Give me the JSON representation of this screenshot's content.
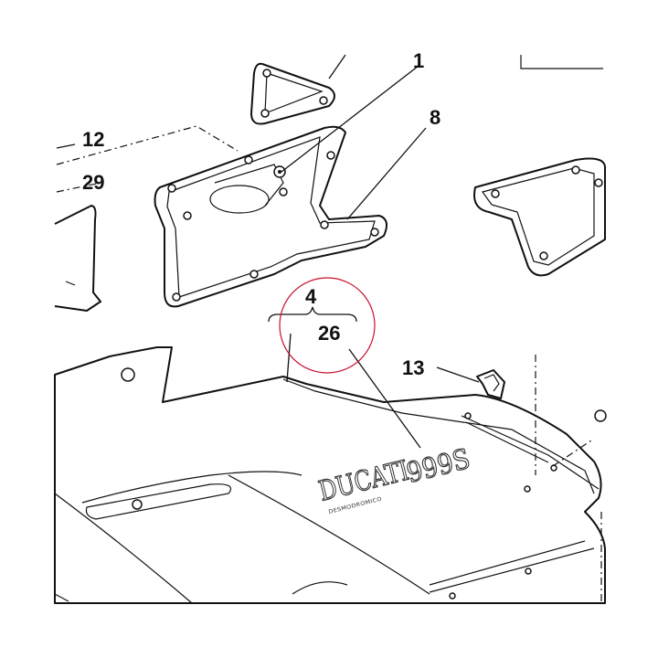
{
  "colors": {
    "line": "#111111",
    "highlight_circle": "#c8102e",
    "background": "#ffffff"
  },
  "callouts": {
    "c1": "1",
    "c8": "8",
    "c12": "12",
    "c29": "29",
    "c4": "4",
    "c26": "26",
    "c13": "13"
  },
  "decal": {
    "brand": "DUCATI",
    "model": "999S",
    "subtext": "DESMODROMICO"
  }
}
